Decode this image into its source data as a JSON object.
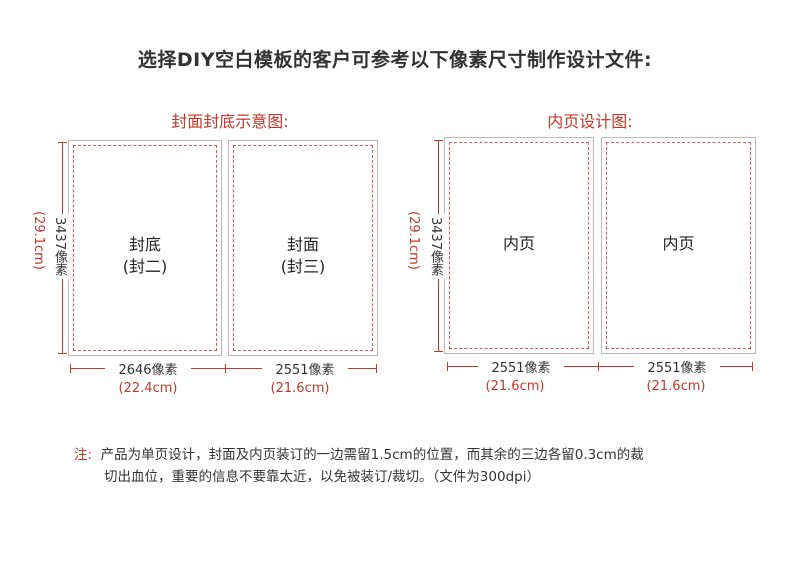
{
  "title": "选择DIY空白模板的客户可参考以下像素尺寸制作设计文件:",
  "cover_section": {
    "heading": "封面封底示意图:",
    "left_page": {
      "line1": "封底",
      "line2": "(封二)"
    },
    "right_page": {
      "line1": "封面",
      "line2": "(封三)"
    },
    "height_px": "3437像素",
    "height_cm": "(29.1cm)",
    "left_width_px": "2646像素",
    "left_width_cm": "(22.4cm)",
    "right_width_px": "2551像素",
    "right_width_cm": "(21.6cm)"
  },
  "inner_section": {
    "heading": "内页设计图:",
    "left_page": {
      "line1": "内页"
    },
    "right_page": {
      "line1": "内页"
    },
    "height_px": "3437像素",
    "height_cm": "(29.1cm)",
    "left_width_px": "2551像素",
    "left_width_cm": "(21.6cm)",
    "right_width_px": "2551像素",
    "right_width_cm": "(21.6cm)"
  },
  "note": {
    "prefix": "注:",
    "line1": "产品为单页设计，封面及内页装订的一边需留1.5cm的位置，而其余的三边各留0.3cm的裁",
    "line2": "切出血位，重要的信息不要靠太近，以免被装订/裁切。（文件为300dpi）"
  },
  "colors": {
    "accent": "#c0392b",
    "border": "#b8b8b8"
  }
}
